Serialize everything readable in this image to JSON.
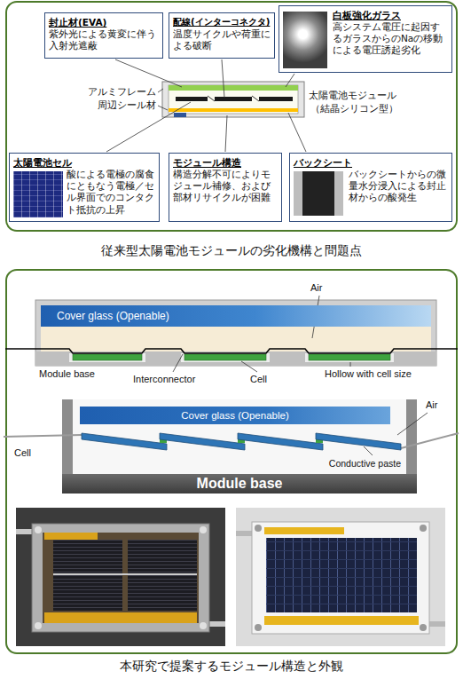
{
  "diagram": {
    "nodes": [
      {
        "text": [
          "封止材(EVA)",
          "紫外光による黄変に伴う入射光遮蔽"
        ]
      },
      {
        "text": [
          "配線(インターコネクタ)",
          "温度サイクルや荷重による破断"
        ]
      },
      {
        "text": [
          "白板強化ガラス",
          "高システム電圧に起因するガラスからのNaの移動による電圧誘起劣化"
        ]
      },
      {
        "text": [
          "太陽電池セル",
          "酸による電極の腐食にともなう電極／セル界面でのコンタクト抵抗の上昇"
        ]
      },
      {
        "text": [
          "モジュール構造",
          "構造分解不可によりモジュール補修、および部材リサイクルが困難"
        ]
      },
      {
        "text": [
          "バックシート",
          "バックシートからの微量水分浸入による封止材からの酸発生"
        ]
      },
      {
        "text": [
          "Cover glass (Openable)"
        ]
      },
      {
        "text": [
          "Cover glass (Openable)"
        ]
      },
      {
        "text": [
          "Module base"
        ]
      }
    ],
    "labels": [
      "アルミフレーム",
      "周辺シール材",
      "太陽電池モジュール",
      "（結晶シリコン型）",
      "従来型太陽電池モジュールの劣化機構と問題点",
      "Air",
      "Module base",
      "Interconnector",
      "Cell",
      "Hollow with cell size",
      "Air",
      "Cell",
      "Conductive paste",
      "本研究で提案するモジュール構造と外観"
    ]
  }
}
